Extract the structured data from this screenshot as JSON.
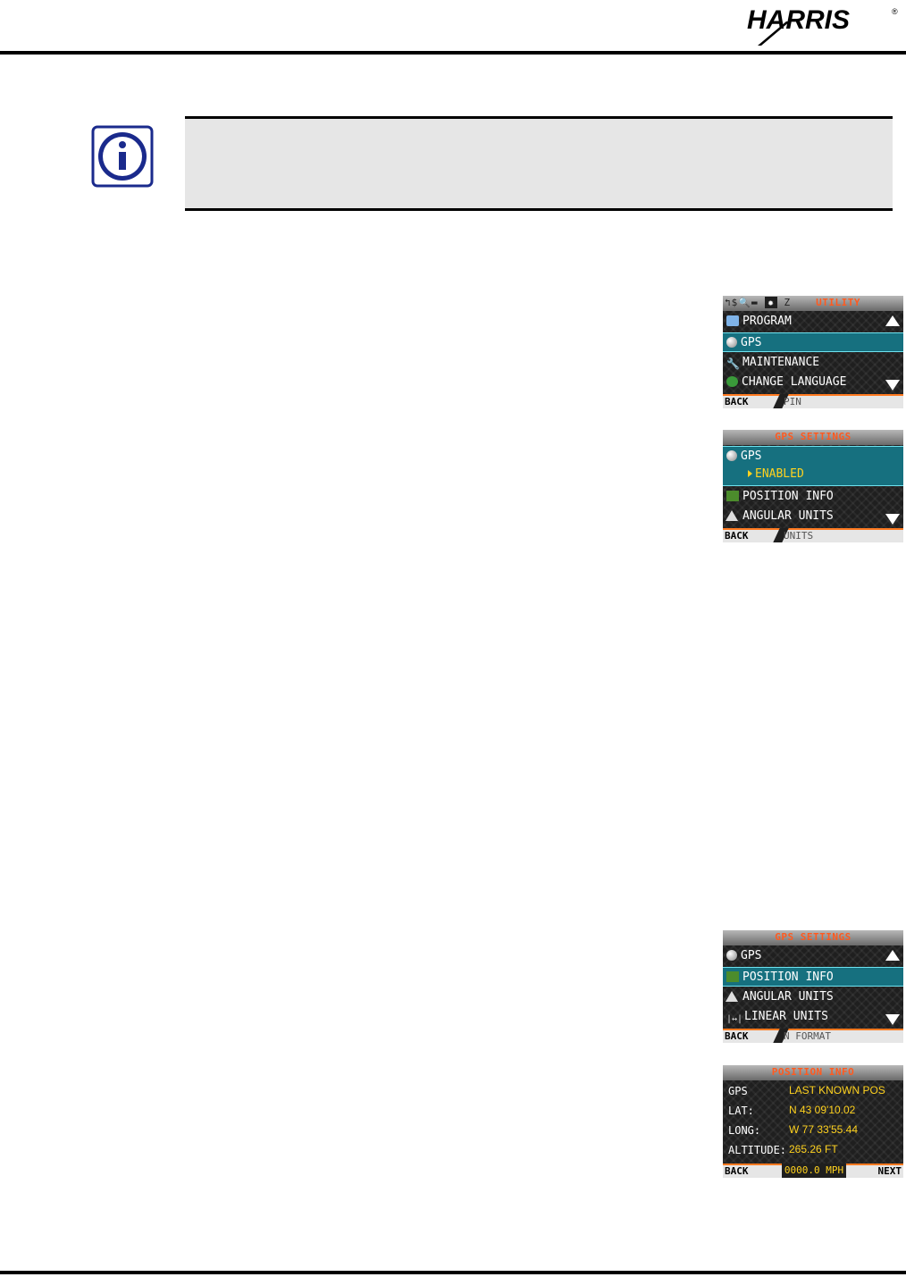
{
  "header": {
    "logo_text": "HARRIS",
    "logo_mark": "®"
  },
  "note": {
    "icon": "info-icon"
  },
  "screens": {
    "utility": {
      "tabs_icons": "↰$🔍▬",
      "active_tab_icon": "✹",
      "tab_after": "Z",
      "title": "UTILITY",
      "items": [
        {
          "label": "PROGRAM",
          "icon": "folder-icon"
        },
        {
          "label": "GPS",
          "icon": "gps-icon"
        },
        {
          "label": "MAINTENANCE",
          "icon": "wrench-icon"
        },
        {
          "label": "CHANGE LANGUAGE",
          "icon": "globe-icon"
        }
      ],
      "softkeys": {
        "left": "BACK",
        "middle": "PIN"
      }
    },
    "gps_settings_a": {
      "title": "GPS SETTINGS",
      "items": [
        {
          "label": "GPS",
          "icon": "gps-icon",
          "value": "ENABLED"
        },
        {
          "label": "POSITION INFO",
          "icon": "map-icon"
        },
        {
          "label": "ANGULAR UNITS",
          "icon": "triangle-icon"
        }
      ],
      "softkeys": {
        "left": "BACK",
        "middle": "UNITS"
      }
    },
    "gps_settings_b": {
      "title": "GPS SETTINGS",
      "items": [
        {
          "label": "GPS",
          "icon": "gps-icon"
        },
        {
          "label": "POSITION INFO",
          "icon": "map-icon"
        },
        {
          "label": "ANGULAR UNITS",
          "icon": "triangle-icon"
        },
        {
          "label": "LINEAR UNITS",
          "icon": "ruler-icon"
        }
      ],
      "softkeys": {
        "left": "BACK",
        "middle": "N FORMAT"
      }
    },
    "position_info": {
      "title": "POSITION INFO",
      "rows": [
        {
          "label": "GPS",
          "value": "LAST KNOWN POS"
        },
        {
          "label": "LAT:",
          "value": "N 43 09'10.02"
        },
        {
          "label": "LONG:",
          "value": "W 77 33'55.44"
        },
        {
          "label": "ALTITUDE:",
          "value": "265.26 FT"
        }
      ],
      "softkeys": {
        "left": "BACK",
        "middle": "0000.0 MPH",
        "right": "NEXT"
      }
    }
  }
}
